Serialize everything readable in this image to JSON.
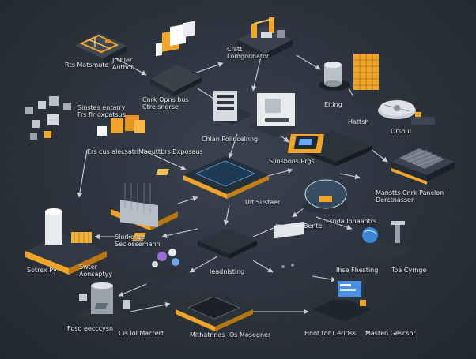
{
  "labels": {
    "n1": "Rts Matsmute",
    "n2": "Jtshler\nAuthot",
    "n3": "Crstt\nLomgonnator",
    "n4": "Cnrk Opns bus\nCtre snorse",
    "n5": "Sinstes entarry\nFrs flr oxpatsus",
    "n6": "Chlan Polincelnng",
    "n7": "Elting",
    "n8": "Hattsh",
    "n9": "Orsoul",
    "n10": "Ers cus alecsatn",
    "n11": "Maeuttbrs Bxposaus",
    "n12": "Slinsbons Prgs",
    "n13": "Uit Sustaer",
    "n14": "Manstts Cnrk Panclon\nDerctnasser",
    "n15": "Slurkorge\nSeciossemann",
    "n16": "Lsnda Innaantrs",
    "n17": "Bente",
    "n18": "Sotrex Py",
    "n19": "Swter\nAonsaptyy",
    "n20": "Ieadnlsting",
    "n21": "Ihse Fhesting",
    "n22": "Toa Cyrnge",
    "n23": "Fosd eecccysn",
    "n24": "Cis lol Mactert",
    "n25": "Mithatnnos",
    "n26": "Os Mosogner",
    "n27": "Hnot tor Ceritlss",
    "n28": "Masten Gescsor"
  }
}
